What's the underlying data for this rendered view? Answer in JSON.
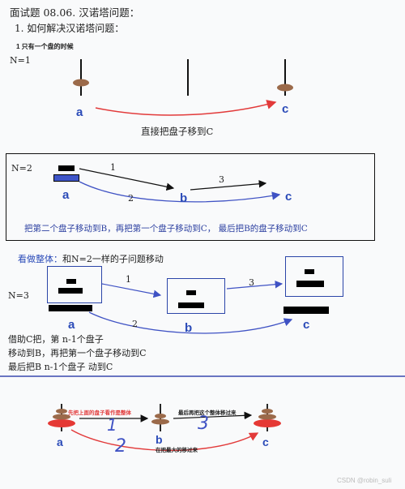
{
  "header": {
    "title": "面试题  08.06.   汉诺塔问题：",
    "subtitle": "1. 如何解决汉诺塔问题："
  },
  "s1": {
    "heading": "1 只有一个盘的时候",
    "n_label": "N=1",
    "peg_a": "a",
    "peg_c": "c",
    "caption": "直接把盘子移到C"
  },
  "s2": {
    "n_label": "N=2",
    "step1": "1",
    "step2": "2",
    "step3": "3",
    "peg_a": "a",
    "peg_b": "b",
    "peg_c": "c",
    "caption": "把第二个盘子移动到B，再把第一个盘子移动到C，  最后把B的盘子移动到C"
  },
  "s3": {
    "note_blue": "看做整体：",
    "note_rest": "和N=2一样的子问题移动",
    "n_label": "N=3",
    "step1": "1",
    "step2": "2",
    "step3": "3",
    "peg_a": "a",
    "peg_b": "b",
    "peg_c": "c",
    "line1": "借助C把，第 n-1个盘子",
    "line2": "移动到B，再把第一个盘子移动到C",
    "line3": "最后把B n-1个盘子  动到C"
  },
  "s4": {
    "note_a": "先把上面的盘子看作是整体",
    "note_c": "最后再把这个整体移过来",
    "note_bottom": "在把最大的移过来",
    "step1": "1",
    "step2": "2",
    "step3": "3",
    "peg_a": "a",
    "peg_b": "b",
    "peg_c": "c"
  },
  "watermark": "CSDN @robin_suli",
  "colors": {
    "blue_label": "#2b4bb8",
    "red_arrow": "#e23a3a",
    "blue_arrow": "#3f52c4",
    "disk_brown": "#9b6a4a",
    "red_disk": "#e53935",
    "divider": "#3a49b0"
  }
}
